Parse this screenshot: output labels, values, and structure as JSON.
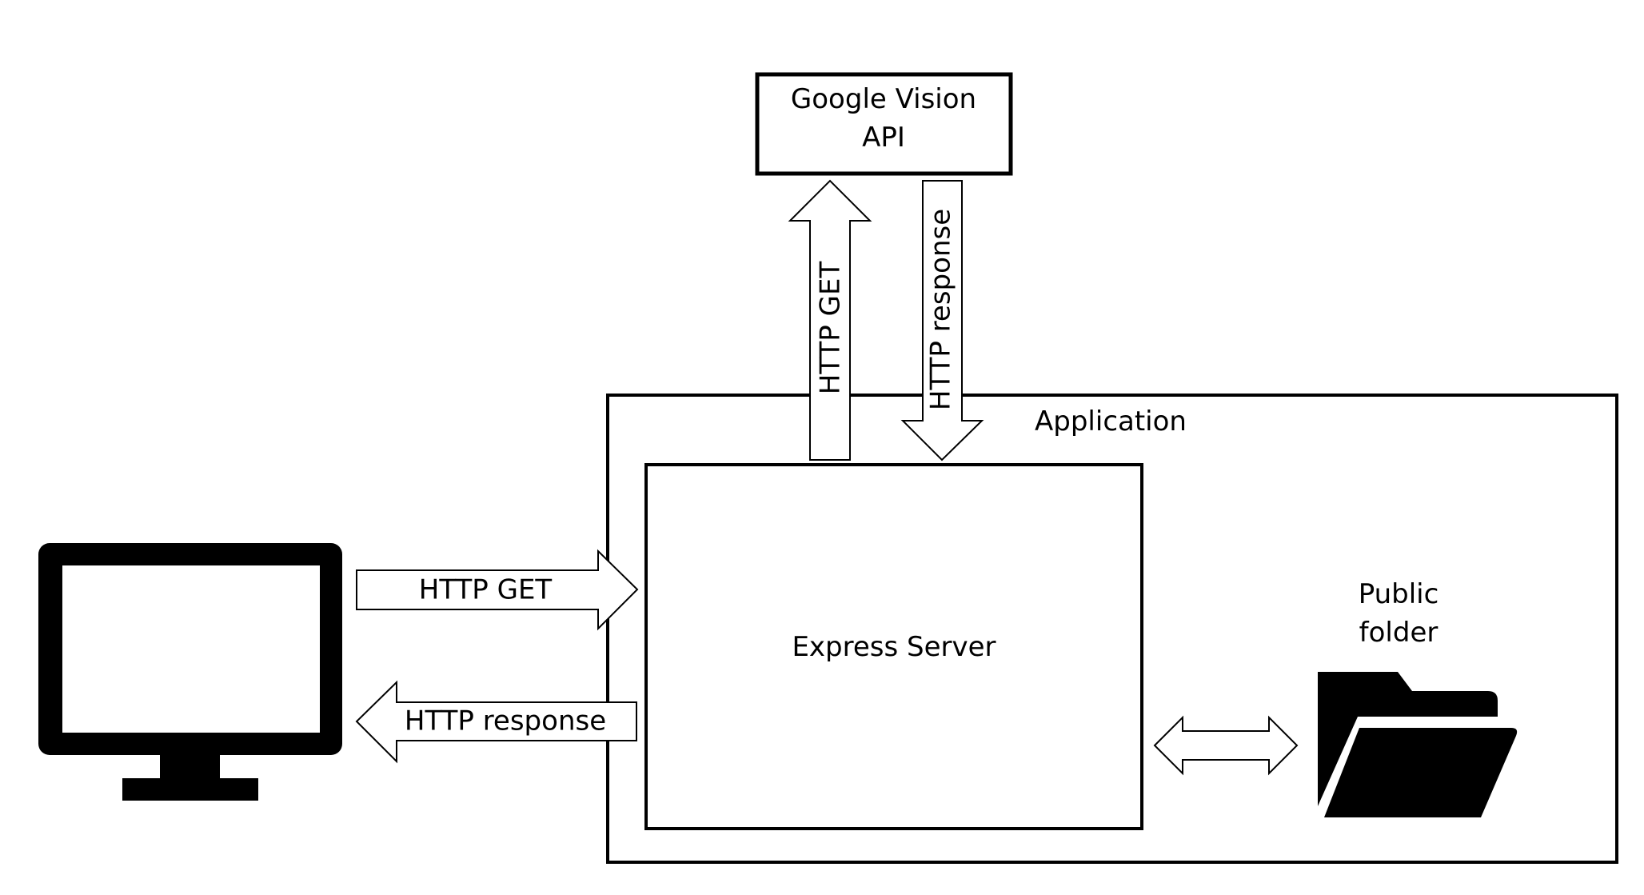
{
  "nodes": {
    "google_vision_api": {
      "line1": "Google Vision",
      "line2": "API"
    },
    "application": {
      "label": "Application"
    },
    "express_server": {
      "label": "Express Server"
    },
    "public_folder": {
      "line1": "Public",
      "line2": "folder"
    },
    "client_computer": {
      "icon": "monitor-icon"
    }
  },
  "edges": {
    "server_to_api": {
      "label": "HTTP GET"
    },
    "api_to_server": {
      "label": "HTTP response"
    },
    "client_to_server": {
      "label": "HTTP GET"
    },
    "server_to_client": {
      "label": "HTTP response"
    },
    "server_folder_link": {
      "label": ""
    }
  },
  "colors": {
    "stroke": "#000000",
    "fill": "#ffffff",
    "icon": "#000000"
  }
}
